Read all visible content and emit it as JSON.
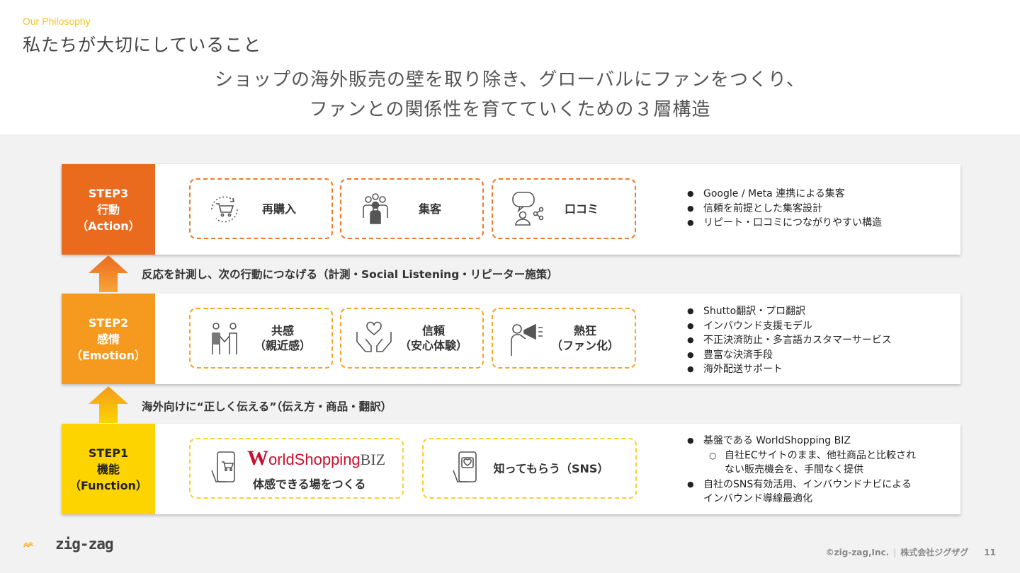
{
  "header": {
    "eyebrow": "Our Philosophy",
    "title": "私たちが大切にしていること",
    "subtitle_line1": "ショップの海外販売の壁を取り除き、グローバルにファンをつくり、",
    "subtitle_line2": "ファンとの関係性を育てていくための３層構造"
  },
  "colors": {
    "step3": "#EA6A1E",
    "step2": "#F59A1E",
    "step1": "#FDD400",
    "accent": "#F5C518"
  },
  "steps": [
    {
      "id": "step3",
      "label": [
        "STEP3",
        "行動",
        "（Action）"
      ],
      "cards": [
        {
          "icon": "cart-cycle-icon",
          "text": [
            "再購入"
          ]
        },
        {
          "icon": "people-group-icon",
          "text": [
            "集客"
          ]
        },
        {
          "icon": "speech-share-icon",
          "text": [
            "口コミ"
          ]
        }
      ],
      "bullets": [
        "Google / Meta 連携による集客",
        "信頼を前提とした集客設計",
        "リピート・口コミにつながりやすい構造"
      ]
    },
    {
      "id": "step2",
      "label": [
        "STEP2",
        "感情",
        "（Emotion）"
      ],
      "cards": [
        {
          "icon": "handshake-people-icon",
          "text": [
            "共感",
            "（親近感）"
          ]
        },
        {
          "icon": "hands-heart-icon",
          "text": [
            "信頼",
            "（安心体験）"
          ]
        },
        {
          "icon": "megaphone-person-icon",
          "text": [
            "熱狂",
            "（ファン化）"
          ]
        }
      ],
      "bullets": [
        "Shutto翻訳・プロ翻訳",
        "インバウンド支援モデル",
        "不正決済防止・多言語カスタマーサービス",
        "豊富な決済手段",
        "海外配送サポート"
      ]
    },
    {
      "id": "step1",
      "label": [
        "STEP1",
        "機能",
        "（Function）"
      ],
      "cards": [
        {
          "icon": "phone-cart-icon",
          "brand_w": "W",
          "brand_rest": "orldShopping",
          "brand_biz": "BIZ",
          "text": [
            "体感できる場をつくる"
          ]
        },
        {
          "icon": "phone-heart-icon",
          "text": [
            "知ってもらう（SNS）"
          ]
        }
      ],
      "bullets": [
        "基盤である WorldShopping BIZ",
        "自社ECサイトのまま、他社商品と比較され",
        "ない販売機会を、手間なく提供",
        "自社のSNS有効活用、インバウンドナビによる",
        "インバウンド導線最適化"
      ]
    }
  ],
  "connectors": {
    "upper": "反応を計測し、次の行動につなげる（計測・Social Listening・リピーター施策）",
    "lower": "海外向けに“正しく伝える”（伝え方・商品・翻訳）"
  },
  "footer": {
    "logo_text": "zig-zag",
    "copyright": "©zig-zag,Inc.",
    "company": "株式会社ジグザグ",
    "page_number": "11"
  }
}
